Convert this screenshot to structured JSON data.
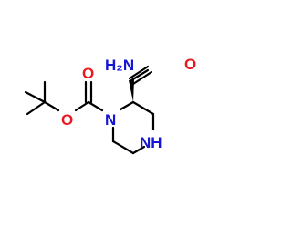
{
  "molecule": {
    "atom_labels": {
      "amide_nh2": "H₂N",
      "amide_o": "O",
      "ester_o": "O",
      "carbonyl_o": "O",
      "ring_n1": "N",
      "ring_nh": "NH"
    },
    "colors": {
      "bond": "#000000",
      "oxygen": "#e8191e",
      "nitrogen": "#1515d4"
    }
  }
}
